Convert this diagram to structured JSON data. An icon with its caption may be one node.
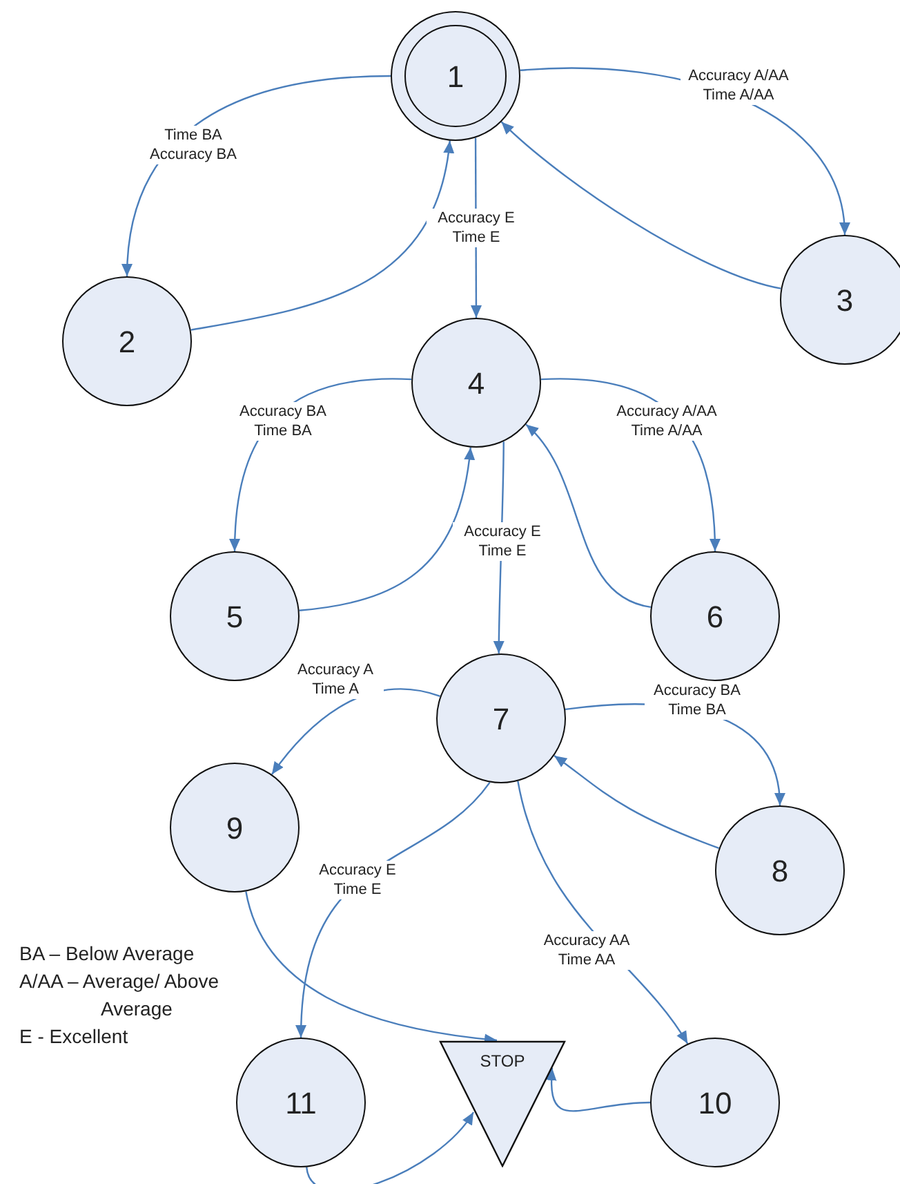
{
  "diagram": {
    "nodes": [
      {
        "text": [
          "1"
        ]
      },
      {
        "text": [
          "2"
        ]
      },
      {
        "text": [
          "3"
        ]
      },
      {
        "text": [
          "4"
        ]
      },
      {
        "text": [
          "5"
        ]
      },
      {
        "text": [
          "6"
        ]
      },
      {
        "text": [
          "7"
        ]
      },
      {
        "text": [
          "8"
        ]
      },
      {
        "text": [
          "9"
        ]
      },
      {
        "text": [
          "10"
        ]
      },
      {
        "text": [
          "11"
        ]
      },
      {
        "text": [
          "STOP"
        ]
      }
    ],
    "edges": [
      {
        "from": 0,
        "to": 1,
        "arrow": "to",
        "label": "Time BA Accuracy BA"
      },
      {
        "from": 1,
        "to": 0,
        "arrow": "to"
      },
      {
        "from": 0,
        "to": 2,
        "arrow": "to",
        "label": "Accuracy A/AA Time A/AA"
      },
      {
        "from": 2,
        "to": 0,
        "arrow": "to"
      },
      {
        "from": 0,
        "to": 3,
        "arrow": "to",
        "label": "Accuracy E Time E"
      },
      {
        "from": 3,
        "to": 4,
        "arrow": "to",
        "label": "Accuracy BA Time BA"
      },
      {
        "from": 4,
        "to": 3,
        "arrow": "to"
      },
      {
        "from": 3,
        "to": 5,
        "arrow": "to",
        "label": "Accuracy A/AA Time A/AA"
      },
      {
        "from": 5,
        "to": 3,
        "arrow": "to"
      },
      {
        "from": 3,
        "to": 6,
        "arrow": "to",
        "label": "Accuracy E Time E"
      },
      {
        "from": 6,
        "to": 8,
        "arrow": "to",
        "label": "Accuracy A Time A"
      },
      {
        "from": 6,
        "to": 7,
        "arrow": "to",
        "label": "Accuracy BA Time BA"
      },
      {
        "from": 7,
        "to": 6,
        "arrow": "to"
      },
      {
        "from": 6,
        "to": 10,
        "arrow": "to",
        "label": "Accuracy E Time E"
      },
      {
        "from": 6,
        "to": 9,
        "arrow": "to",
        "label": "Accuracy AA Time AA"
      },
      {
        "from": 8,
        "to": 11,
        "arrow": "to"
      },
      {
        "from": 10,
        "to": 11,
        "arrow": "to"
      },
      {
        "from": 9,
        "to": 11,
        "arrow": "to"
      }
    ],
    "labels": [
      "BA – Below Average",
      "A/AA – Average/ Above Average",
      "E - Excellent"
    ]
  }
}
